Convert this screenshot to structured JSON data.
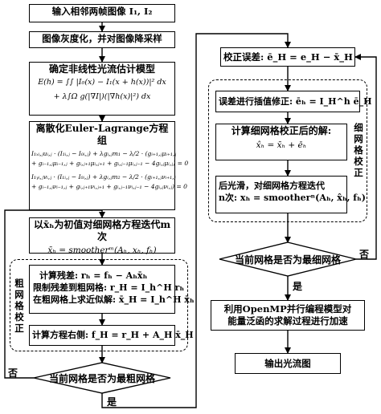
{
  "boxes": {
    "input_images": "输入相邻两帧图像 I₁, I₂",
    "grayscale": "图像灰度化，并对图像降采样",
    "model": {
      "title": "确定非线性光流估计模型",
      "eq1": "E(h) = ∫∫ |I₀(x) − I₁(x + h(x))|² dx",
      "eq2": "+ λ∫Ω g(|∇I|)(|∇h(x)|²) dx"
    },
    "euler": {
      "title": "离散化Euler-Lagrange方程组",
      "eq1": "I₁ₓᵢ,ⱼuᵢ,ⱼ · (I₁ᵢ,ⱼ − I₀ᵢ,ⱼ) + λgᵢ,ⱼm₁ − λ/2 · (gᵢ₊₁,ⱼμᵢ₊₁,ⱼ",
      "eq2": "+ gᵢ₋₁,ⱼμᵢ₋₁,ⱼ + gᵢ,ⱼ₊₁μᵢ,ⱼ₊₁ + gᵢ,ⱼ₋₁μᵢ,ⱼ₋₁ − 4gᵢ,ⱼμᵢ,ⱼ) = 0",
      "eq3": "I₁ᵧᵢ,ⱼvᵢ,ⱼ · (I₁ᵢ,ⱼ − I₀ᵢ,ⱼ) + λgᵢ,ⱼm₂ − λ/2 · (gᵢ₊₁,ⱼνᵢ₊₁,ⱼ",
      "eq4": "+ gᵢ₋₁,ⱼνᵢ₋₁,ⱼ + gᵢ,ⱼ₊₁νᵢ,ⱼ₊₁ + gᵢ,ⱼ₋₁νᵢ,ⱼ₋₁ − 4gᵢ,ⱼνᵢ,ⱼ) = 0"
    },
    "iterate_fine": {
      "title": "以x̄ₕ为初值对细网格方程迭代m次",
      "eq": "x̄ₕ = smootherᵐ(Aₕ, xₕ, fₕ)"
    },
    "residual": {
      "l1": "计算残差:  rₕ = fₕ − Aₕx̄ₕ",
      "l2": "限制残差到粗网格:  r_H = I_h^H rₕ",
      "l3": "在粗网格上求近似解:  x̄_H = I_h^H x̄ₕ"
    },
    "rhs": "计算方程右侧:  f_H = r_H + A_H x̄_H",
    "correction_error": "校正误差:  ē_H = e_H − x̄_H",
    "interpolate": "误差进行插值修正: ēₕ = I_H^h ē_H",
    "fine_correction": {
      "title": "计算细网格校正后的解:",
      "eq": "x̂ₕ = x̄ₕ + ēₕ"
    },
    "post_smooth": {
      "l1": "后光滑，对细网格方程迭代",
      "l2": "n次:  xₕ = smootherⁿ(Aₕ, x̂ₕ, fₕ)"
    },
    "openmp": {
      "l1": "利用OpenMP并行编程模型对",
      "l2": "能量泛函的求解过程进行加速"
    },
    "output": "输出光流图"
  },
  "decisions": {
    "coarsest": "当前网格是否为最粗网格",
    "finest": "当前网格是否为最细网格"
  },
  "regions": {
    "coarse_correction": "粗网格校正",
    "fine_correction": "细网格校正"
  },
  "edge_labels": {
    "yes": "是",
    "no": "否"
  }
}
